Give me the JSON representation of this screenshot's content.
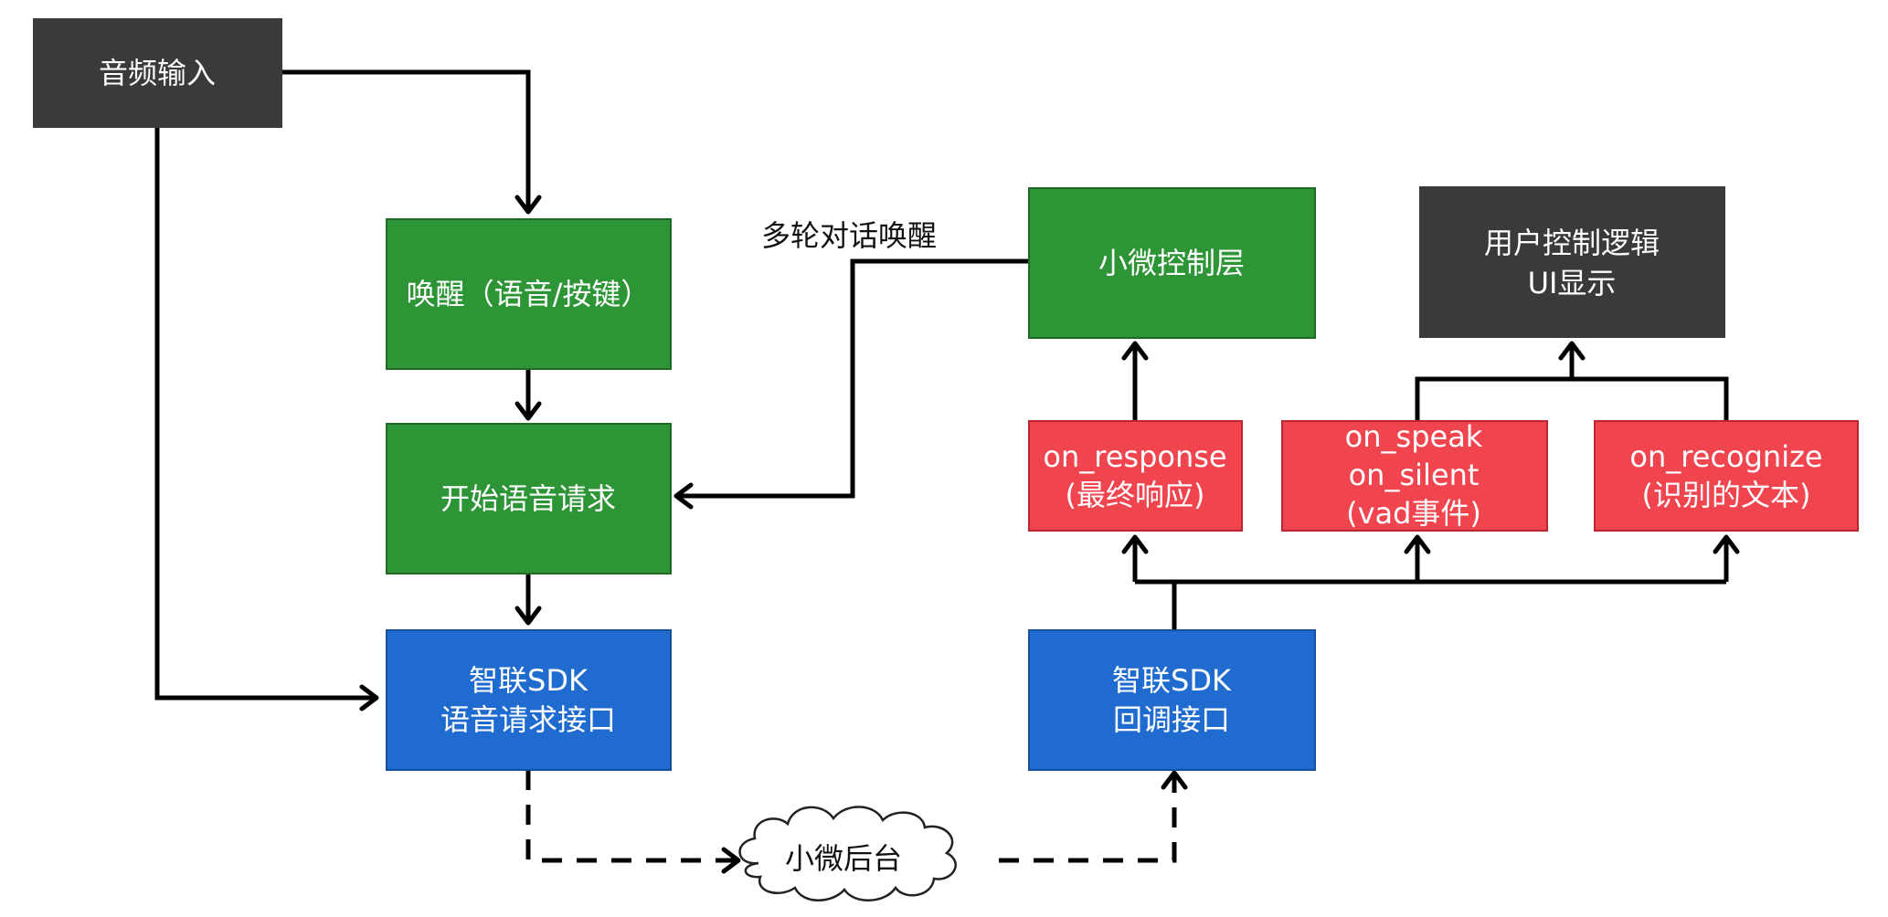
{
  "nodes": {
    "audio_input": {
      "label": "音频输入"
    },
    "wakeup": {
      "label": "唤醒（语音/按键）"
    },
    "start_request": {
      "label": "开始语音请求"
    },
    "sdk_request": {
      "line1": "智联SDK",
      "line2": "语音请求接口"
    },
    "control_layer": {
      "label": "小微控制层"
    },
    "user_logic": {
      "line1": "用户控制逻辑",
      "line2": "UI显示"
    },
    "on_response": {
      "line1": "on_response",
      "line2": "(最终响应)"
    },
    "on_speak": {
      "line1": "on_speak",
      "line2": "on_silent",
      "line3": "(vad事件)"
    },
    "on_recognize": {
      "line1": "on_recognize",
      "line2": "(识别的文本)"
    },
    "sdk_callback": {
      "line1": "智联SDK",
      "line2": "回调接口"
    },
    "backend": {
      "label": "小微后台"
    }
  },
  "edge_labels": {
    "multi_turn": "多轮对话唤醒"
  },
  "colors": {
    "dark": "#3a3a3a",
    "green": "#2e9537",
    "blue": "#1f6bcf",
    "red": "#f0444e"
  }
}
